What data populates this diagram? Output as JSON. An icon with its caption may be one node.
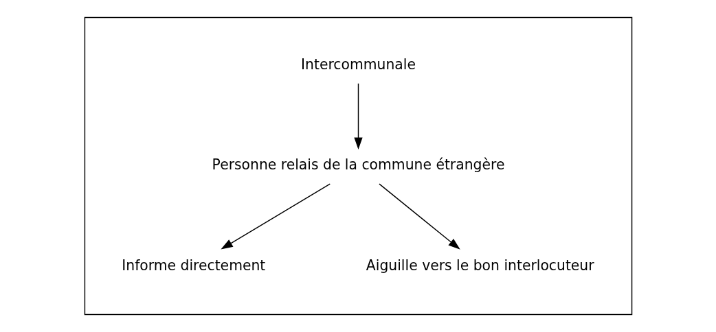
{
  "diagram": {
    "nodes": [
      {
        "text": [],
        "shape": "box"
      },
      {
        "text": [
          "Intercommunale"
        ],
        "in": 0
      },
      {
        "text": [
          "Personne relais de la commune étrangère"
        ],
        "in": 0
      },
      {
        "text": [
          "Informe directement"
        ],
        "in": 0
      },
      {
        "text": [
          "Aiguille vers le bon interlocuteur"
        ],
        "in": 0
      }
    ],
    "edges": [
      {
        "from": 1,
        "to": 2,
        "arrow": "to"
      },
      {
        "from": 2,
        "to": 3,
        "arrow": "to"
      },
      {
        "from": 2,
        "to": 4,
        "arrow": "to"
      }
    ]
  }
}
